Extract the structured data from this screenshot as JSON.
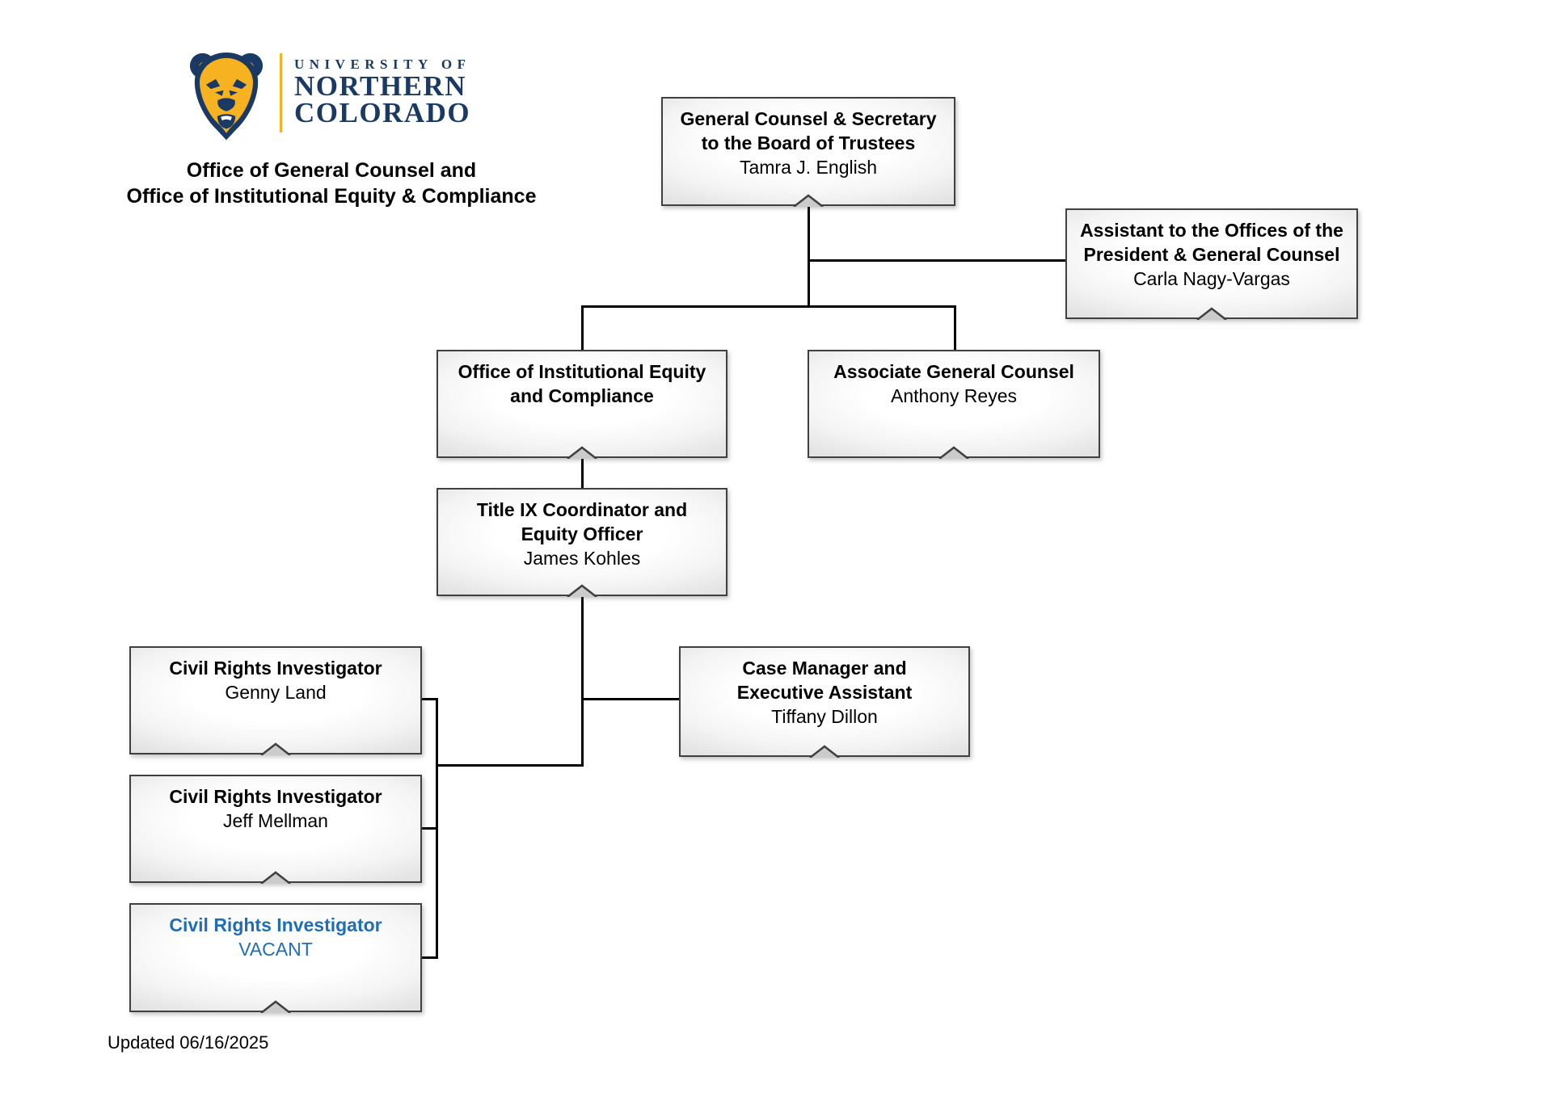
{
  "header": {
    "logo": {
      "bear_icon": "unc-bear-head",
      "small_text": "UNIVERSITY OF",
      "name_line1": "NORTHERN",
      "name_line2": "COLORADO",
      "navy": "#1b3a63",
      "gold": "#f6b221"
    },
    "title_line1": "Office of General Counsel and",
    "title_line2": "Office of Institutional Equity & Compliance"
  },
  "colors": {
    "box_border": "#404040",
    "box_fill": "#f6f6f6",
    "connector": "#000000",
    "vacant_text": "#1f6eb5"
  },
  "org": {
    "nodes": [
      {
        "title_lines": [
          "General Counsel & Secretary",
          "to the Board of Trustees"
        ],
        "person": "Tamra J. English"
      },
      {
        "title_lines": [
          "Assistant to the Offices of the",
          "President & General Counsel"
        ],
        "person": "Carla Nagy-Vargas"
      },
      {
        "title_lines": [
          "Office of Institutional Equity",
          "and Compliance"
        ],
        "person": ""
      },
      {
        "title_lines": [
          "Associate General Counsel"
        ],
        "person": "Anthony Reyes"
      },
      {
        "title_lines": [
          "Title IX Coordinator and",
          "Equity Officer"
        ],
        "person": "James Kohles"
      },
      {
        "title_lines": [
          "Civil Rights Investigator"
        ],
        "person": "Genny Land"
      },
      {
        "title_lines": [
          "Case Manager and",
          "Executive Assistant"
        ],
        "person": "Tiffany Dillon"
      },
      {
        "title_lines": [
          "Civil Rights Investigator"
        ],
        "person": "Jeff Mellman"
      },
      {
        "title_lines": [
          "Civil Rights Investigator"
        ],
        "person": "VACANT",
        "vacant": true
      }
    ]
  },
  "footer": {
    "updated": "Updated 06/16/2025"
  }
}
